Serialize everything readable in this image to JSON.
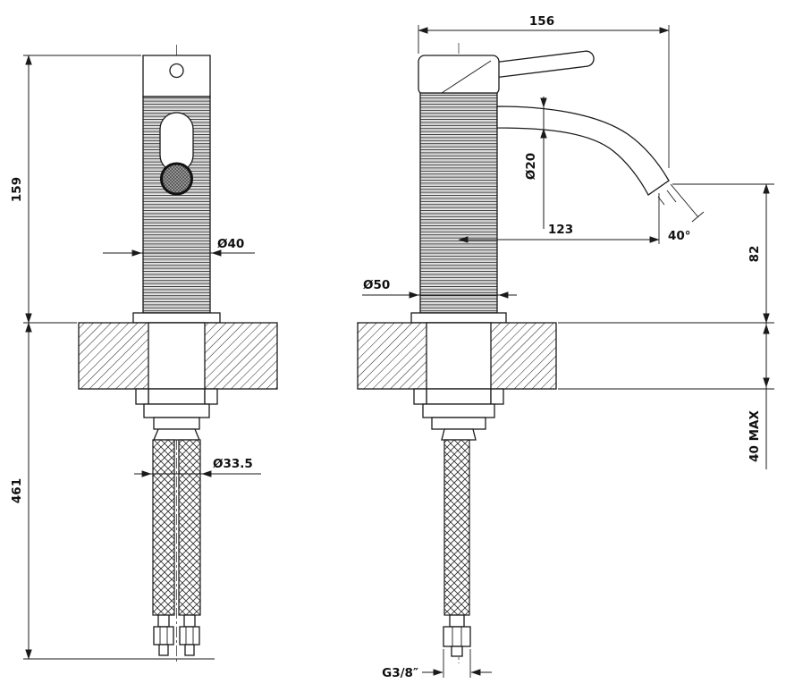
{
  "drawing": {
    "subject": "single-lever basin mixer tap, dimensional drawing, front and side views",
    "views": {
      "front": {
        "height_above_deck": "159",
        "length_below_deck": "461",
        "body_diameter": "Ø40",
        "hose_diameter": "Ø33.5"
      },
      "side": {
        "overall_depth": "156",
        "spout_tube_diameter": "Ø20",
        "spout_reach": "123",
        "outlet_angle": "40°",
        "outlet_height": "82",
        "deck_thickness_max": "40 MAX",
        "base_diameter": "Ø50",
        "connection_thread": "G3/8″"
      }
    }
  }
}
